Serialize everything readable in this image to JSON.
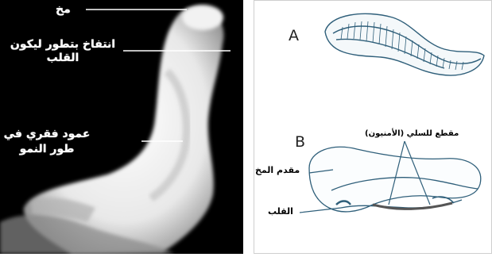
{
  "left_image": {
    "labels": {
      "brain": "مخ",
      "heart_bulge": "انتفاخ بتطور ليكون القلب",
      "spinal_column": "عمود فقري في طور النمو"
    }
  },
  "right_diagram": {
    "stage_a": "A",
    "stage_b": "B",
    "labels": {
      "amnion_section": "مقطع للسلي (الأمنيون)",
      "forebrain": "مقدم المخ",
      "heart": "القلب"
    }
  },
  "colors": {
    "photo_background": "#000000",
    "embryo": "#eeeeee",
    "drawing_line": "#2f5f7a",
    "label_text": "#000000"
  }
}
